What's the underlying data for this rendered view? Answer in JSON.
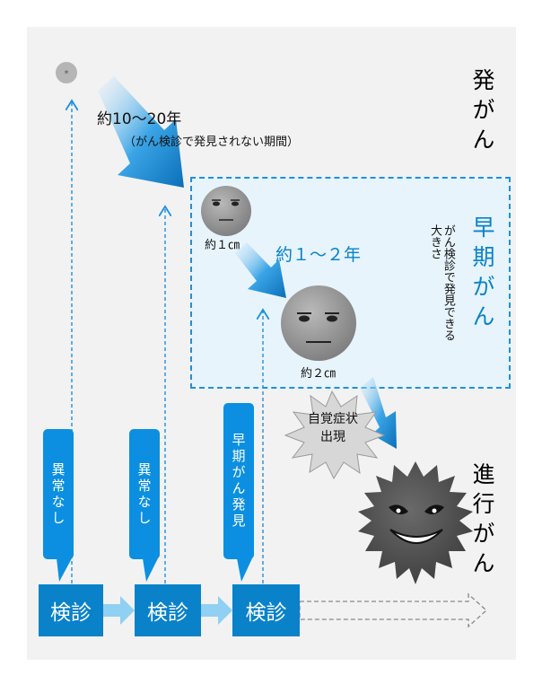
{
  "stages": {
    "onset": "発がん",
    "early": "早期がん",
    "advanced": "進行がん"
  },
  "period_long": {
    "title": "約10〜20年",
    "note": "（がん検診で発見されない期間）"
  },
  "period_short": "約１〜２年",
  "size_small": "約１㎝",
  "size_large": "約２㎝",
  "detectable_note": "がん検診で発見できる大きさ",
  "symptom_label": "自覚症状出現",
  "symptom_line1": "自覚症状",
  "symptom_line2": "出現",
  "results": [
    "異常なし",
    "異常なし",
    "早期がん発見"
  ],
  "checkups": [
    "検診",
    "検診",
    "検診"
  ],
  "colors": {
    "accent": "#0a82c9",
    "early_zone": "#e7f4fc",
    "dash": "#1e90e0"
  }
}
